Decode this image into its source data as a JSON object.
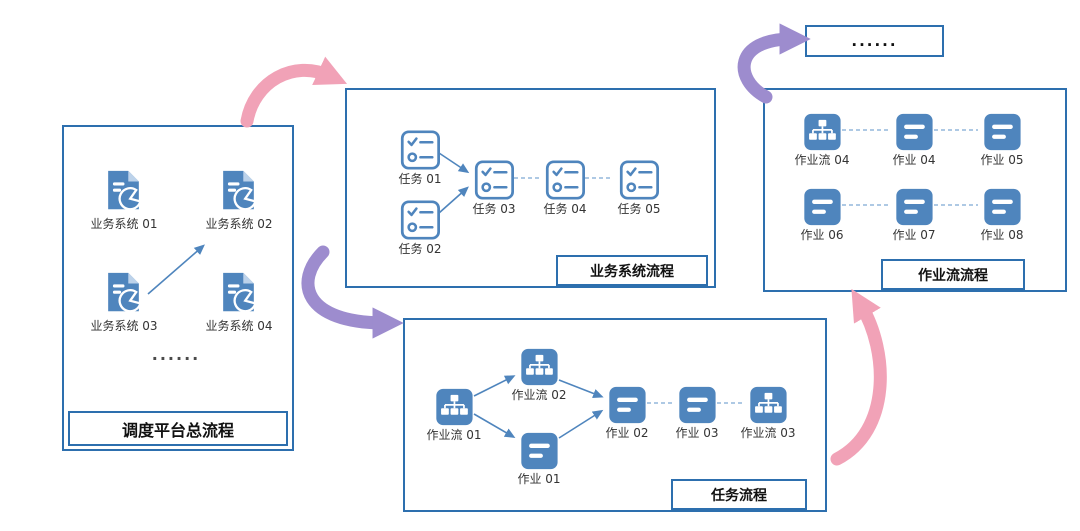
{
  "colors": {
    "icon_blue": "#4f85bd",
    "panel_border": "#2d6fae",
    "dashed_line": "#93b7dc",
    "pink_arrow": "#f1a2b7",
    "purple_arrow": "#9d8cce"
  },
  "more_box": {
    "label": "......"
  },
  "main_panel": {
    "title": "调度平台总流程",
    "ellipsis": "......",
    "systems": [
      "业务系统 01",
      "业务系统 02",
      "业务系统 03",
      "业务系统 04"
    ]
  },
  "business_panel": {
    "title": "业务系统流程",
    "tasks": [
      "任务 01",
      "任务 02",
      "任务 03",
      "任务 04",
      "任务 05"
    ]
  },
  "task_panel": {
    "title": "任务流程",
    "nodes": [
      "作业流 01",
      "作业流 02",
      "作业 01",
      "作业 02",
      "作业 03",
      "作业流 03"
    ]
  },
  "jobflow_panel": {
    "title": "作业流流程",
    "row1": [
      "作业流 04",
      "作业 04",
      "作业 05"
    ],
    "row2": [
      "作业 06",
      "作业 07",
      "作业 08"
    ]
  }
}
